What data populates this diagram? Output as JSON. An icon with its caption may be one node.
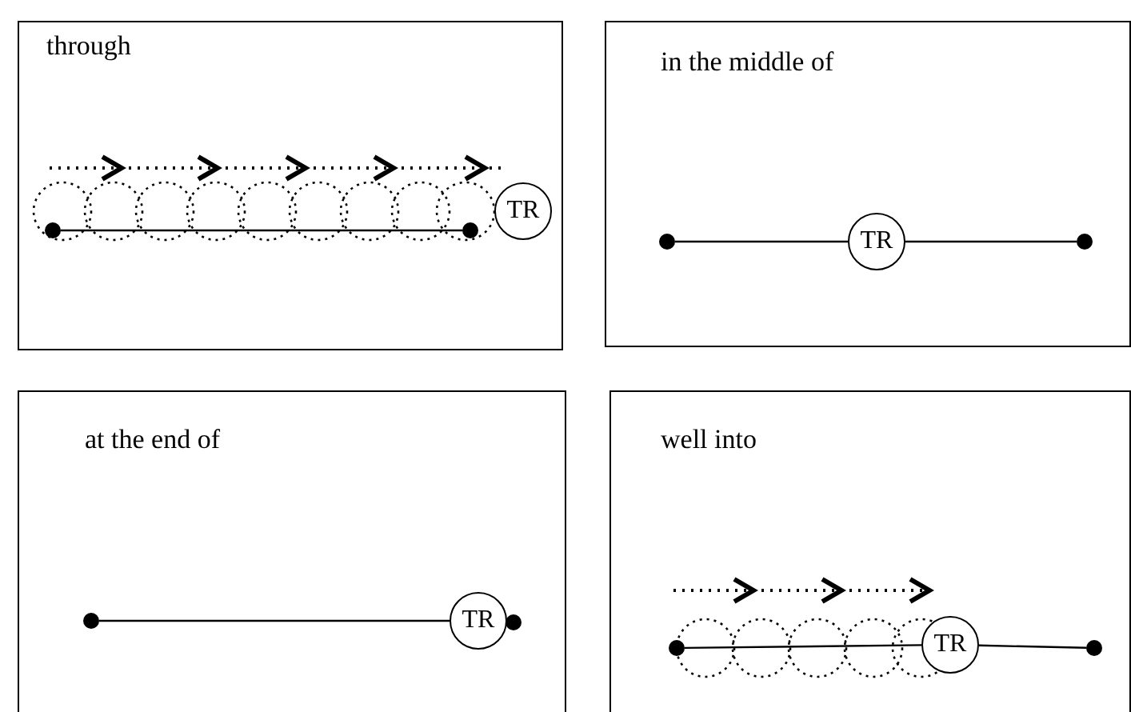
{
  "diagram": {
    "nodes": [
      {
        "text": [
          "through"
        ]
      },
      {
        "text": [],
        "shape": "circle",
        "in": 0
      },
      {
        "text": [],
        "shape": "circle",
        "in": 0
      },
      {
        "text": [
          "TR"
        ],
        "in": 0
      },
      {
        "text": [
          "in the middle of"
        ]
      },
      {
        "text": [],
        "shape": "circle",
        "in": 4
      },
      {
        "text": [
          "TR"
        ],
        "in": 4
      },
      {
        "text": [],
        "shape": "circle",
        "in": 4
      },
      {
        "text": [
          "at the end of"
        ]
      },
      {
        "text": [],
        "shape": "circle",
        "in": 8
      },
      {
        "text": [
          "TR"
        ],
        "in": 8
      },
      {
        "text": [],
        "shape": "circle",
        "in": 8
      },
      {
        "text": [
          "well into"
        ]
      },
      {
        "text": [],
        "shape": "circle",
        "in": 12
      },
      {
        "text": [
          "TR"
        ],
        "in": 12
      },
      {
        "text": [],
        "shape": "circle",
        "in": 12
      }
    ],
    "edges": [
      {
        "from": 1,
        "to": 2,
        "arrow": "none"
      },
      {
        "from": 5,
        "to": 6,
        "arrow": "none"
      },
      {
        "from": 6,
        "to": 7,
        "arrow": "none"
      },
      {
        "from": 9,
        "to": 10,
        "arrow": "none"
      },
      {
        "from": 13,
        "to": 14,
        "arrow": "none"
      },
      {
        "from": 14,
        "to": 15,
        "arrow": "none"
      }
    ]
  }
}
